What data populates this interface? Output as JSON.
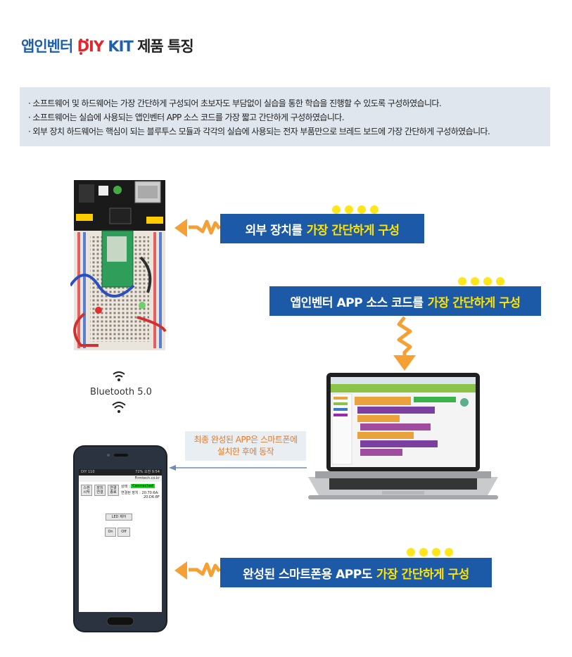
{
  "title": {
    "part1": "앱인벤터",
    "part2": "DIY",
    "part3": "KIT",
    "part4": "제품 특징"
  },
  "features": [
    "· 소프트웨어 및 하드웨어는 가장 간단하게 구성되어 초보자도 부담없이 실습을 통한 학습을 진행할 수 있도록 구성하였습니다.",
    "· 소프트웨어는 실습에 사용되는 앱인벤터 APP 소스 코드를 가장 짧고 간단하게 구성하였습니다.",
    "· 외부 장치 하드웨어는 핵심이 되는 블루투스 모듈과 각각의 실습에 사용되는 전자 부품만으로 브레드 보드에 가장 간단하게 구성하였습니다."
  ],
  "banners": {
    "hardware": {
      "text": "외부 장치를",
      "highlight": "가장 간단하게 구성"
    },
    "source": {
      "text": "앱인벤터 APP 소스 코드를",
      "highlight": "가장 간단하게 구성"
    },
    "app": {
      "text": "완성된 스마트폰용 APP도",
      "highlight": "가장 간단하게 구성"
    }
  },
  "bluetooth": {
    "label": "Bluetooth 5.0"
  },
  "install_note": {
    "line1": "최종 완성된 APP은 스마트폰에",
    "line2": "설치한 후에 동작"
  },
  "phone_app": {
    "app_name": "DIY 110",
    "status_bar": "72% 오전 9:54",
    "site": "Firmtech.co.kr",
    "btn_scan": [
      "스캔",
      "시작"
    ],
    "btn_connect": [
      "장치",
      "연결"
    ],
    "btn_disconnect": [
      "연결",
      "종료"
    ],
    "status_label": "상태 :",
    "status_value": "Connected",
    "device_label": "연결된 장치 : 20:70:6A:",
    "device_value": "20:D6:8F",
    "led_label": "LED 제어",
    "on_label": "On",
    "off_label": "Off"
  },
  "colors": {
    "banner": "#1c5aa8",
    "highlight": "#ffe400",
    "accent_orange": "#f5a035",
    "title_blue": "#1e5fae",
    "title_red": "#e2272d"
  }
}
